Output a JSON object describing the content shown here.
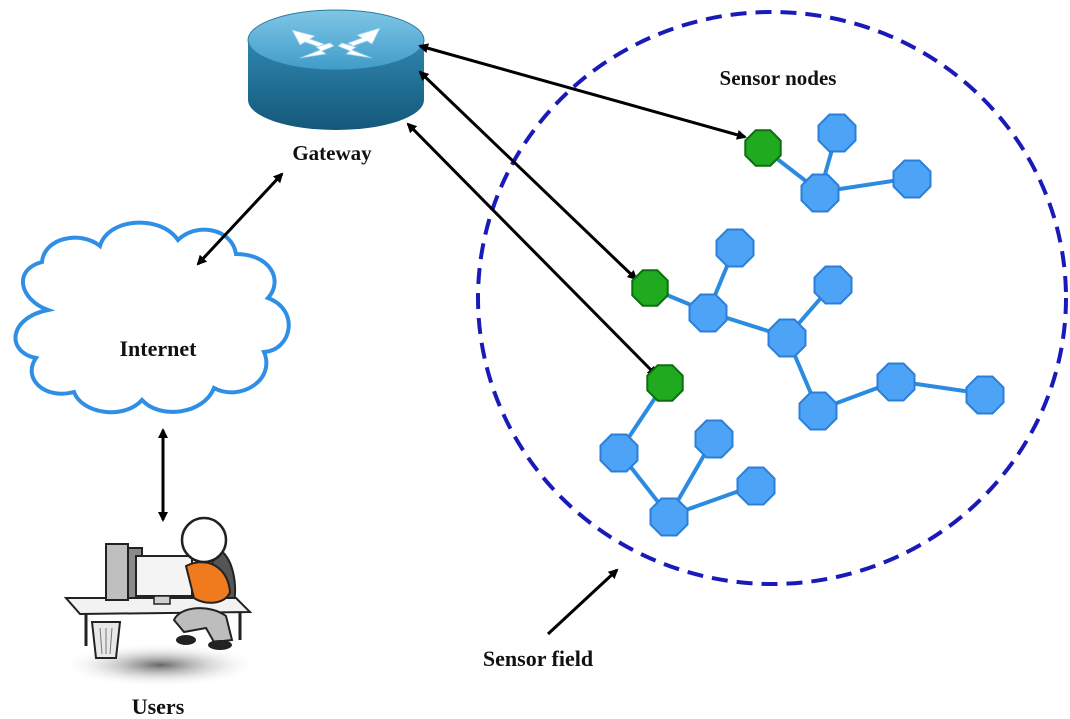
{
  "labels": {
    "gateway": "Gateway",
    "internet": "Internet",
    "users": "Users",
    "sensor_nodes": "Sensor nodes",
    "sensor_field": "Sensor field"
  },
  "colors": {
    "field_border": "#1a1ab8",
    "sensor_node": "#4da3f5",
    "sensor_node_stroke": "#2b7fd9",
    "sink_node": "#1faa1f",
    "sink_node_stroke": "#0d6e0d",
    "link": "#2b8be0",
    "cloud_stroke": "#2f8fe6",
    "router_body": "#2a7fa8",
    "arrow": "#000000"
  },
  "icons": {
    "gateway": "router-icon",
    "internet": "cloud-icon",
    "users": "workstation-user-icon"
  }
}
